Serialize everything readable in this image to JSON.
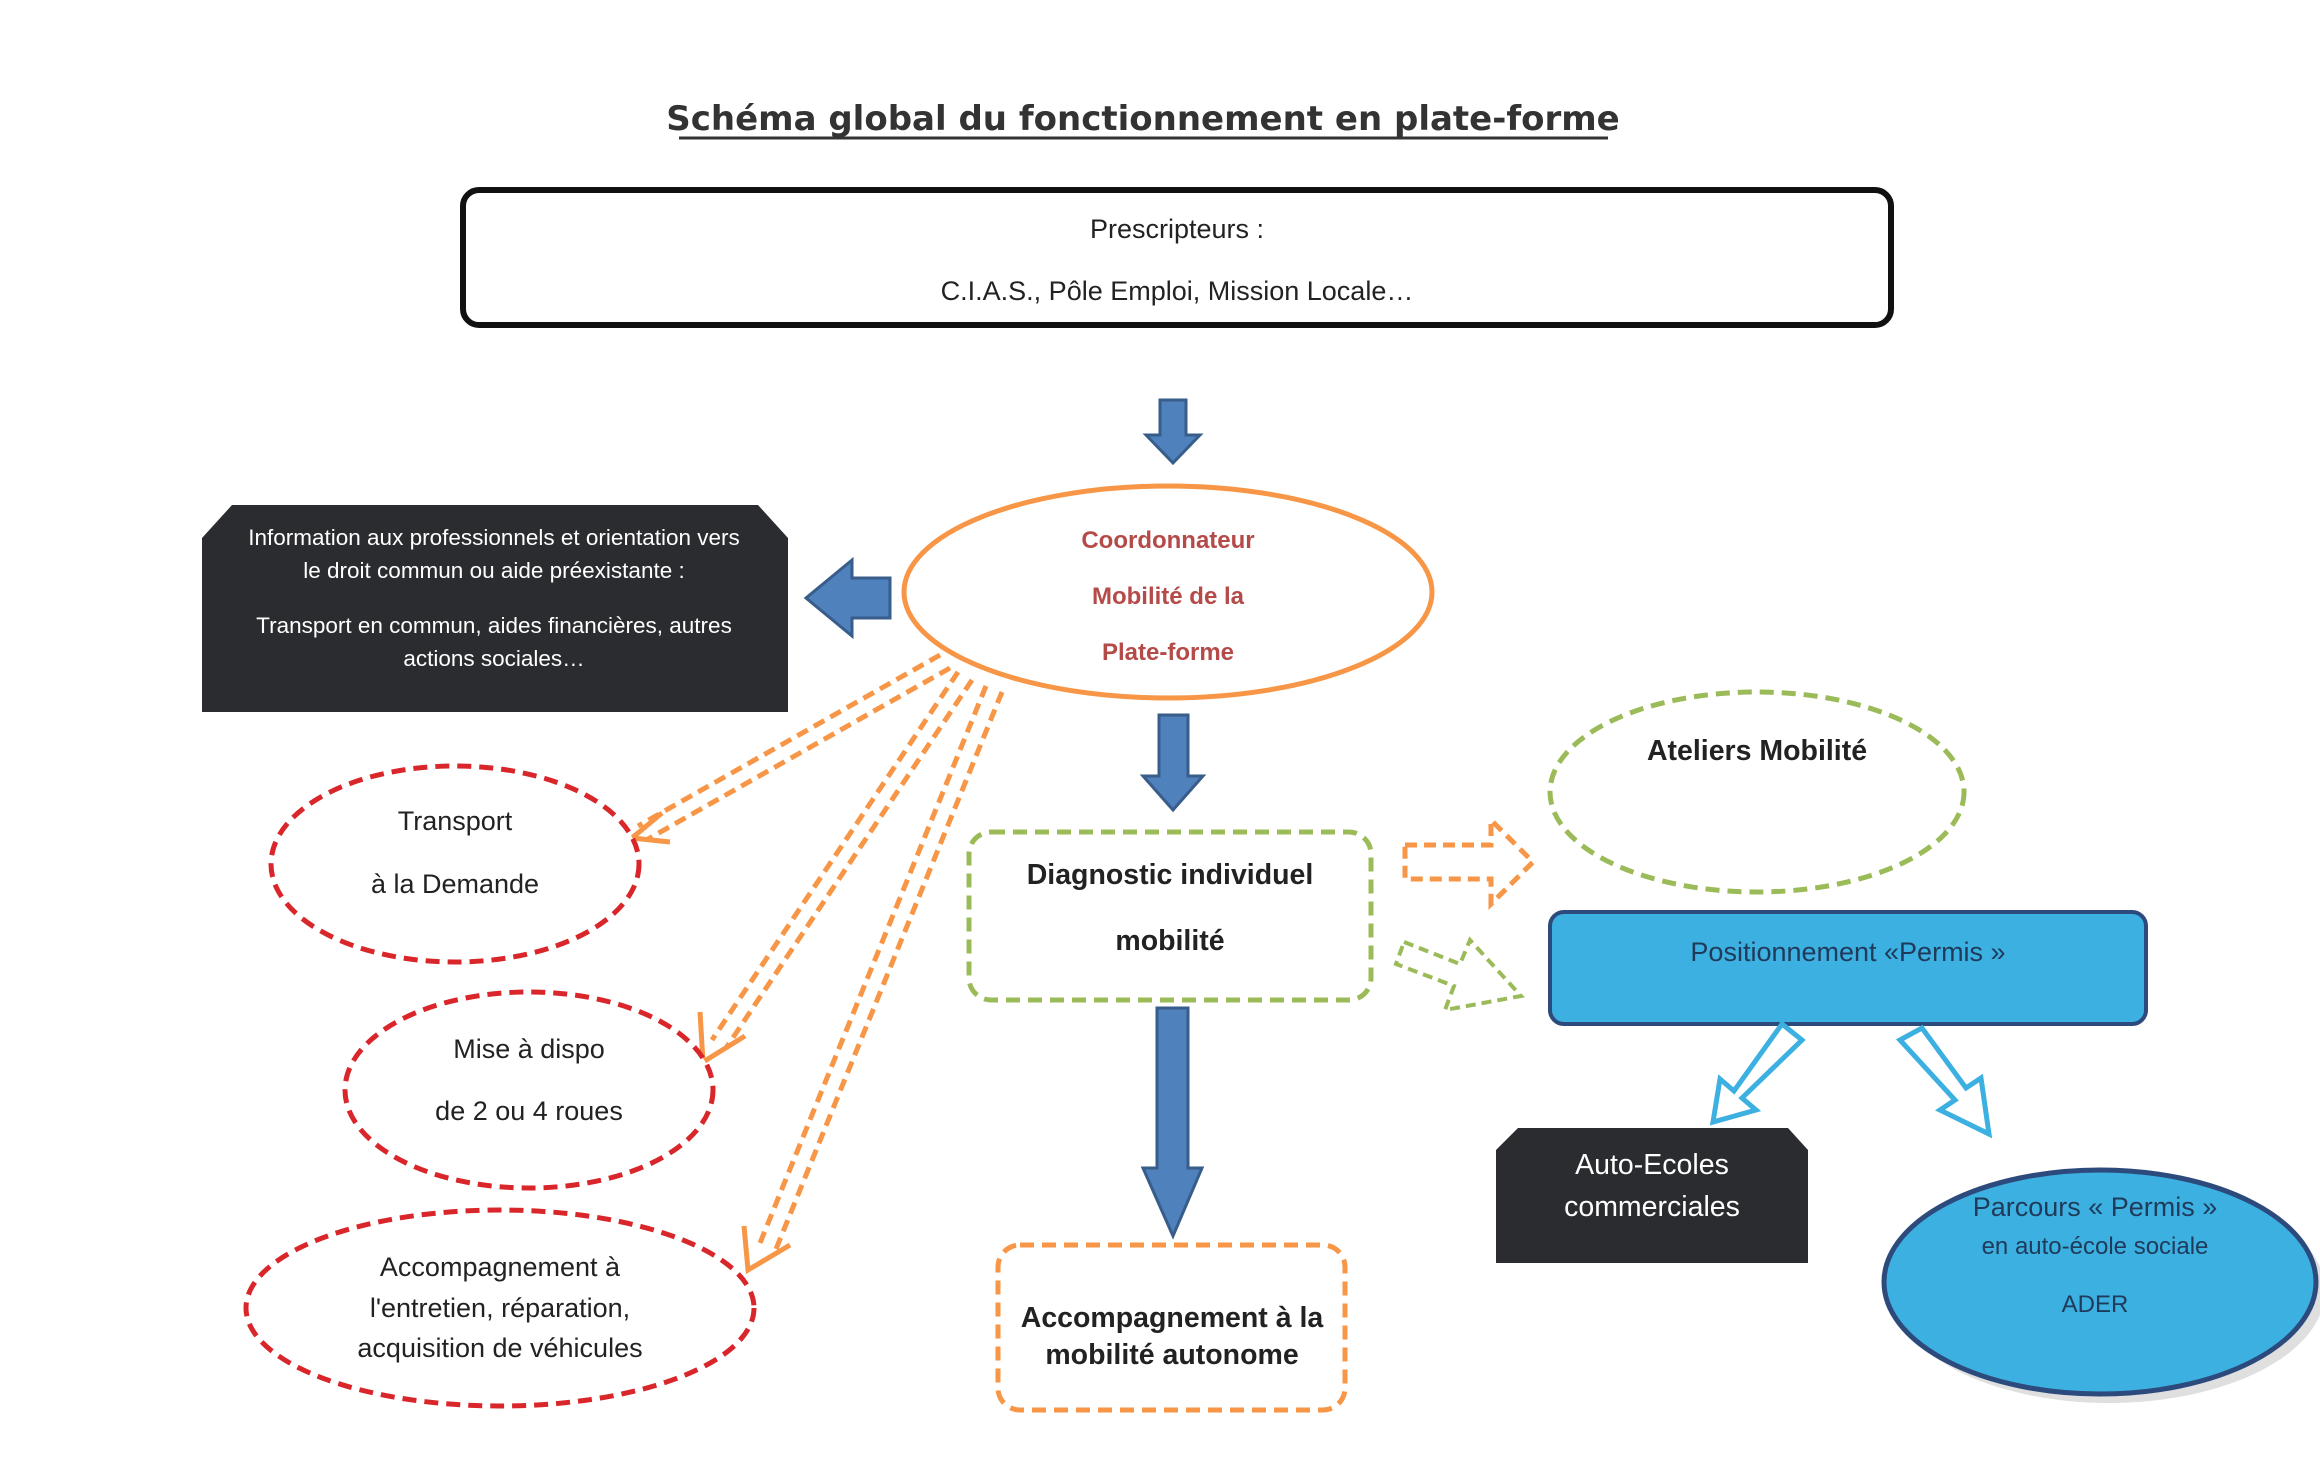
{
  "title": "Schéma global du fonctionnement en plate-forme",
  "prescripteurs": {
    "line1": "Prescripteurs :",
    "line2": "C.I.A.S., Pôle Emploi, Mission Locale…"
  },
  "coordinator": {
    "line1": "Coordonnateur",
    "line2": "Mobilité de la",
    "line3": "Plate-forme"
  },
  "information": {
    "line1": "Information aux professionnels et orientation  vers",
    "line2": "le droit commun ou aide préexistante :",
    "line3": "Transport en commun, aides financières, autres",
    "line4": "actions sociales…"
  },
  "transport": {
    "line1": "Transport",
    "line2": "à la Demande"
  },
  "mise_a_dispo": {
    "line1": "Mise à dispo",
    "line2": "de 2 ou 4 roues"
  },
  "entretien": {
    "line1": "Accompagnement à",
    "line2": "l'entretien, réparation,",
    "line3": "acquisition de véhicules"
  },
  "diagnostic": {
    "line1": "Diagnostic individuel",
    "line2": "mobilité"
  },
  "accompagnement": {
    "line1": "Accompagnement à la",
    "line2": "mobilité autonome"
  },
  "ateliers": {
    "label": "Ateliers Mobilité"
  },
  "positionnement": {
    "label": "Positionnement «Permis »"
  },
  "auto_ecoles": {
    "line1": "Auto-Ecoles",
    "line2": "commerciales"
  },
  "parcours": {
    "line1": "Parcours « Permis »",
    "line2": "en auto-école sociale",
    "line3": "ADER"
  },
  "colors": {
    "arrow_blue": "#4f81bd",
    "arrow_blue_dark": "#385d8a",
    "orange": "#f79646",
    "red": "#d9262b",
    "green": "#9bbb59",
    "cyan": "#3cb0e0",
    "dark_box": "#2b2c30",
    "navy_border": "#2c4a7c",
    "coordinator_text": "#b54b49"
  }
}
